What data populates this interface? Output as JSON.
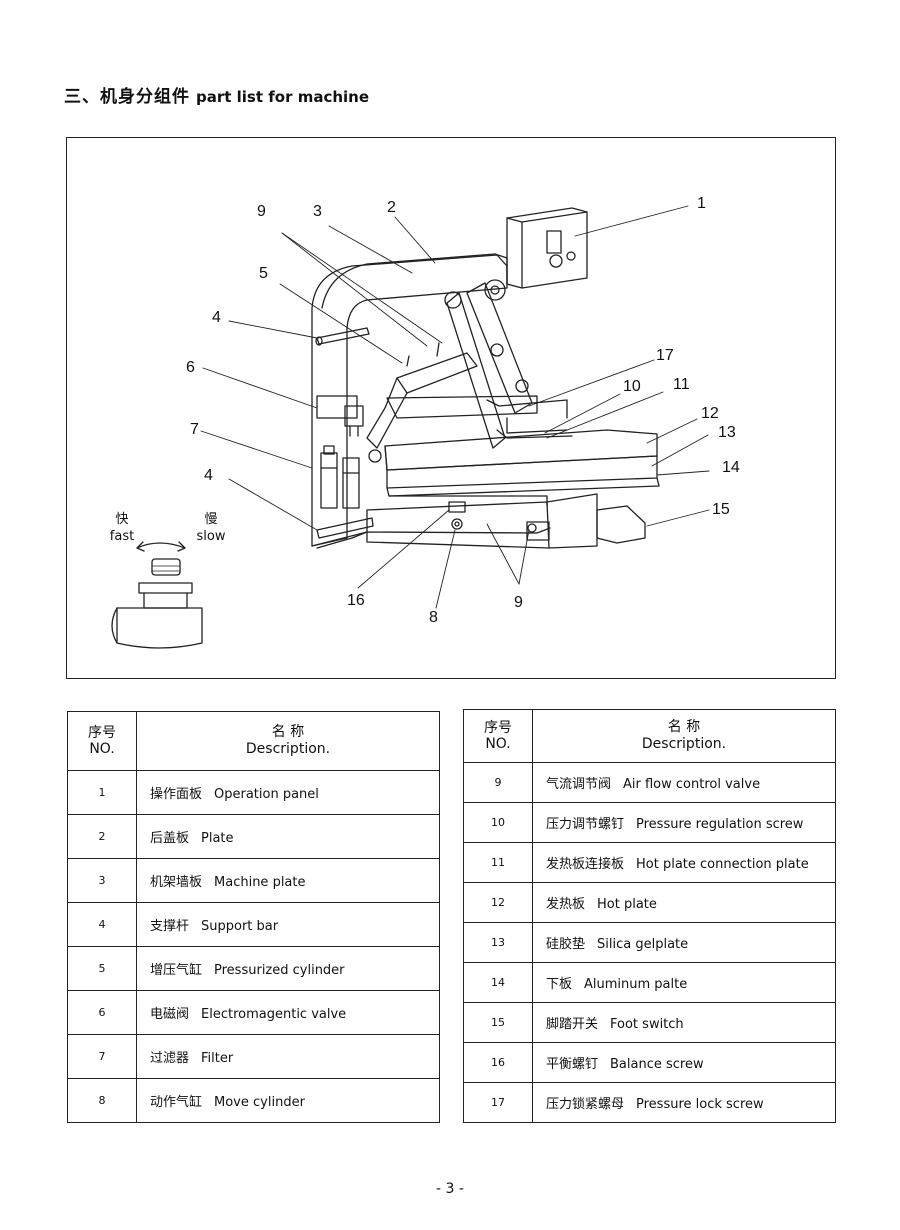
{
  "heading": {
    "cn": "三、机身分组件",
    "en": "part list for machine"
  },
  "speed": {
    "fast_cn": "快",
    "fast_en": "fast",
    "slow_cn": "慢",
    "slow_en": "slow"
  },
  "callouts": [
    "1",
    "2",
    "3",
    "4",
    "4",
    "5",
    "6",
    "7",
    "8",
    "9",
    "9",
    "10",
    "11",
    "12",
    "13",
    "14",
    "15",
    "16",
    "17"
  ],
  "table_header": {
    "no_cn": "序号",
    "no_en": "NO.",
    "desc_cn": "名 称",
    "desc_en": "Description."
  },
  "left_parts": [
    {
      "no": "1",
      "cn": "操作面板",
      "en": "Operation panel"
    },
    {
      "no": "2",
      "cn": "后盖板",
      "en": "Plate"
    },
    {
      "no": "3",
      "cn": "机架墙板",
      "en": "Machine plate"
    },
    {
      "no": "4",
      "cn": "支撑杆",
      "en": "Support bar"
    },
    {
      "no": "5",
      "cn": "增压气缸",
      "en": "Pressurized cylinder"
    },
    {
      "no": "6",
      "cn": "电磁阀",
      "en": "Electromagentic valve"
    },
    {
      "no": "7",
      "cn": "过滤器",
      "en": "Filter"
    },
    {
      "no": "8",
      "cn": "动作气缸",
      "en": "Move cylinder"
    }
  ],
  "right_parts": [
    {
      "no": "9",
      "cn": "气流调节阀",
      "en": "Air flow control valve"
    },
    {
      "no": "10",
      "cn": "压力调节螺钉",
      "en": "Pressure regulation screw"
    },
    {
      "no": "11",
      "cn": "发热板连接板",
      "en": "Hot plate connection plate"
    },
    {
      "no": "12",
      "cn": "发热板",
      "en": "Hot plate"
    },
    {
      "no": "13",
      "cn": "硅胶垫",
      "en": "Silica gelplate"
    },
    {
      "no": "14",
      "cn": "下板",
      "en": "Aluminum palte"
    },
    {
      "no": "15",
      "cn": "脚踏开关",
      "en": "Foot switch"
    },
    {
      "no": "16",
      "cn": "平衡螺钉",
      "en": "Balance screw"
    },
    {
      "no": "17",
      "cn": "压力锁紧螺母",
      "en": "Pressure lock screw"
    }
  ],
  "page_number": "- 3 -"
}
